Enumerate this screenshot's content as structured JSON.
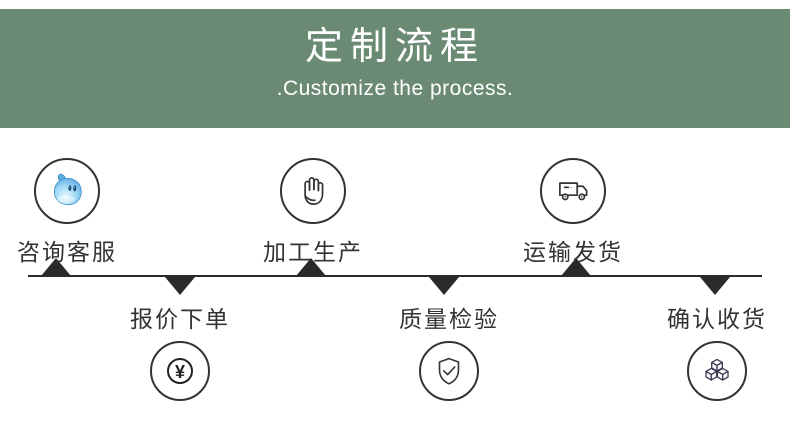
{
  "banner": {
    "title": "定制流程",
    "subtitle": ".Customize the process.",
    "bg_color": "#6b8a74",
    "text_color": "#ffffff"
  },
  "timeline": {
    "line_color": "#2a2a2a",
    "marker_color": "#2a2a2a",
    "steps": [
      {
        "label": "咨询客服",
        "icon": "chat-mascot-icon",
        "position": "above"
      },
      {
        "label": "报价下单",
        "icon": "yuan-currency-icon",
        "position": "below",
        "symbol": "¥"
      },
      {
        "label": "加工生产",
        "icon": "hand-icon",
        "position": "above"
      },
      {
        "label": "质量检验",
        "icon": "shield-check-icon",
        "position": "below"
      },
      {
        "label": "运输发货",
        "icon": "truck-icon",
        "position": "above"
      },
      {
        "label": "确认收货",
        "icon": "boxes-icon",
        "position": "below"
      }
    ],
    "icon_line_color": "#333333",
    "boxes_icon_color": "#3c3c55",
    "mascot_blue": "#4da0d8"
  }
}
